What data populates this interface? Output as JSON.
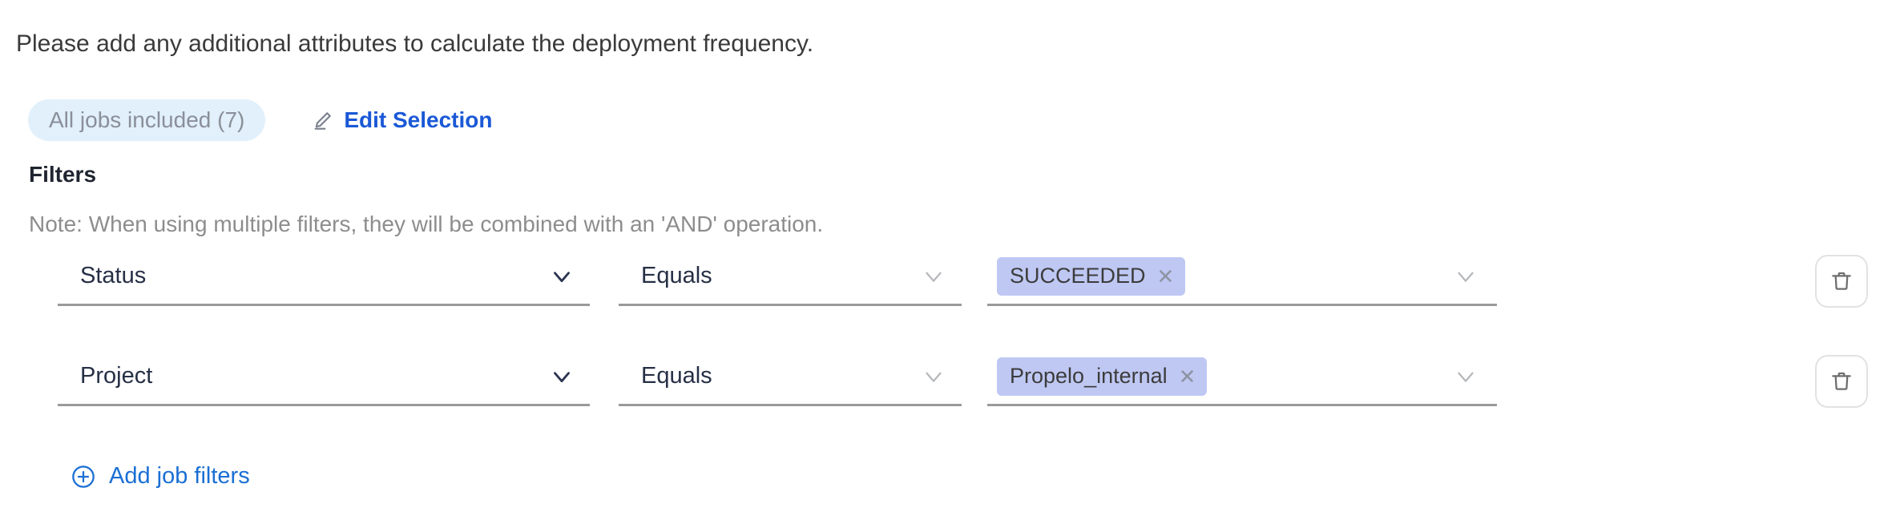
{
  "intro": {
    "text": "Please add any additional attributes to calculate the deployment frequency."
  },
  "selection": {
    "jobs_chip_label": "All jobs included (7)",
    "edit_label": "Edit Selection",
    "edit_icon": "pencil-icon",
    "chip_bg": "#e1f0fb",
    "chip_text_color": "#8a8f99",
    "link_color": "#1a58d6"
  },
  "filters": {
    "title": "Filters",
    "note": "Note: When using multiple filters, they will be combined with an 'AND' operation.",
    "rows": [
      {
        "attribute": "Status",
        "operator": "Equals",
        "values": [
          {
            "label": "SUCCEEDED",
            "remove_icon": "close-icon"
          }
        ],
        "delete_icon": "trash-icon"
      },
      {
        "attribute": "Project",
        "operator": "Equals",
        "values": [
          {
            "label": "Propelo_internal",
            "remove_icon": "close-icon"
          }
        ],
        "delete_icon": "trash-icon"
      }
    ],
    "chip_bg": "#bfc8f3",
    "underline_color": "#9a9a9a"
  },
  "add_filters": {
    "label": "Add job filters",
    "icon": "plus-circle-icon",
    "color": "#1a6fd4"
  }
}
